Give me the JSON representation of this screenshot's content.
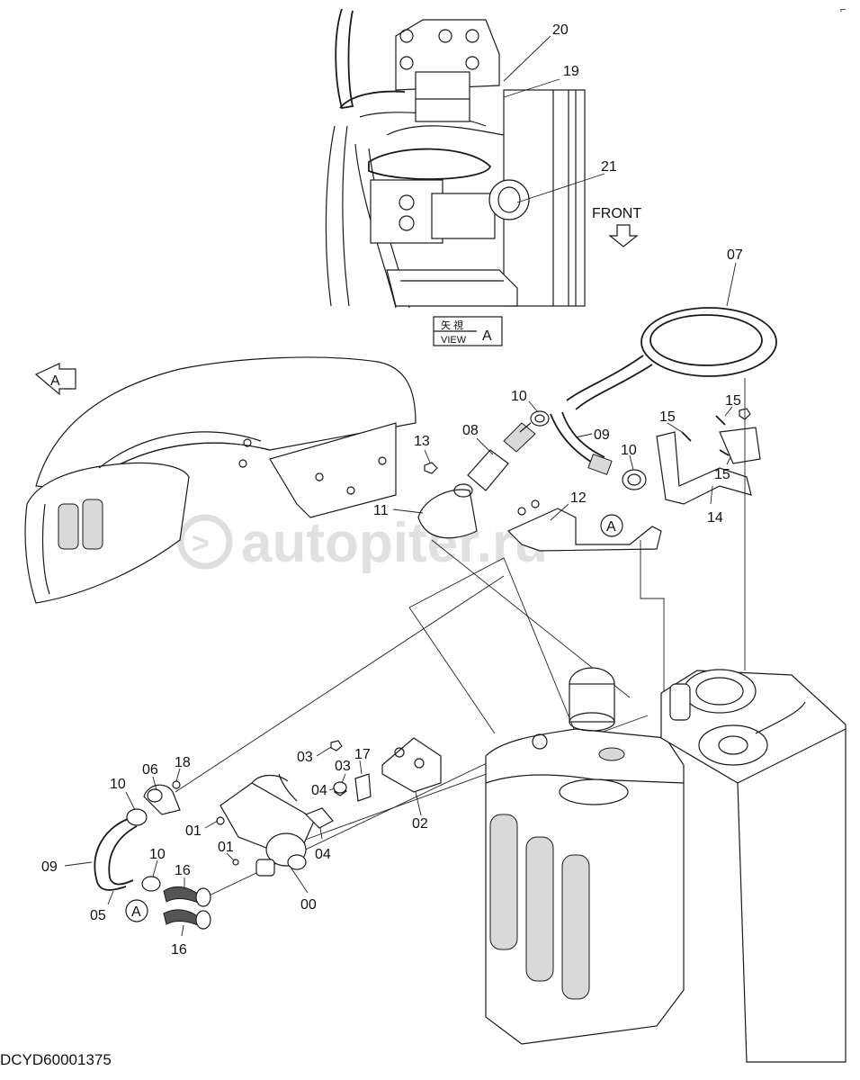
{
  "diagram": {
    "drawing_code": "DCYD60001375",
    "view_label_jp": "矢 視",
    "view_label_en": "VIEW",
    "view_letter": "A",
    "front_label": "FRONT",
    "arrow_letter": "A",
    "watermark": "autopiter.ru",
    "part_labels": {
      "p00": "00",
      "p01a": "01",
      "p01b": "01",
      "p02": "02",
      "p03a": "03",
      "p03b": "03",
      "p04a": "04",
      "p04b": "04",
      "p05": "05",
      "p06": "06",
      "p07": "07",
      "p08": "08",
      "p09a": "09",
      "p09b": "09",
      "p10a": "10",
      "p10b": "10",
      "p10c": "10",
      "p10d": "10",
      "p11": "11",
      "p12": "12",
      "p13": "13",
      "p14": "14",
      "p15a": "15",
      "p15b": "15",
      "p15c": "15",
      "p16a": "16",
      "p16b": "16",
      "p17": "17",
      "p18": "18",
      "p19": "19",
      "p20": "20",
      "p21": "21",
      "refA1": "A",
      "refA2": "A"
    }
  }
}
